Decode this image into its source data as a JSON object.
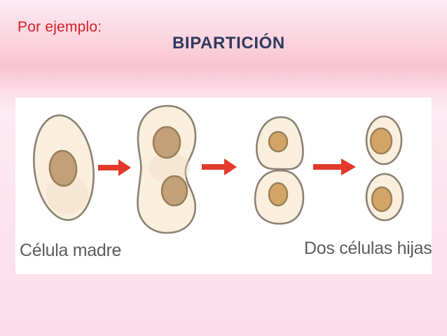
{
  "slide": {
    "lead_in": "Por ejemplo:",
    "title": "BIPARTICIÓN"
  },
  "diagram": {
    "label_mother_cell": "Célula madre",
    "label_daughter_cells": "Dos células hijas",
    "stage_count": 4,
    "arrow_icon": "arrow-right-icon"
  },
  "colors": {
    "bg_top": "#fdeaf3",
    "bg_deep": "#f9c3d2",
    "bg_light": "#fdeaf2",
    "bg_bottom": "#fcdcea",
    "panel_bg": "#ffffff",
    "leadin_red": "#d2212a",
    "title_navy": "#2e3a5e",
    "label_gray": "#5c5c60",
    "cell_fill": "#faeedd",
    "cell_shade": "#f3ddc0",
    "cell_stroke": "#8b8173",
    "nucleus_fill": "#c2a178",
    "nucleus_warm": "#d2a566",
    "nucleus_stroke": "#9a7f58",
    "arrow_red": "#e2392a"
  }
}
